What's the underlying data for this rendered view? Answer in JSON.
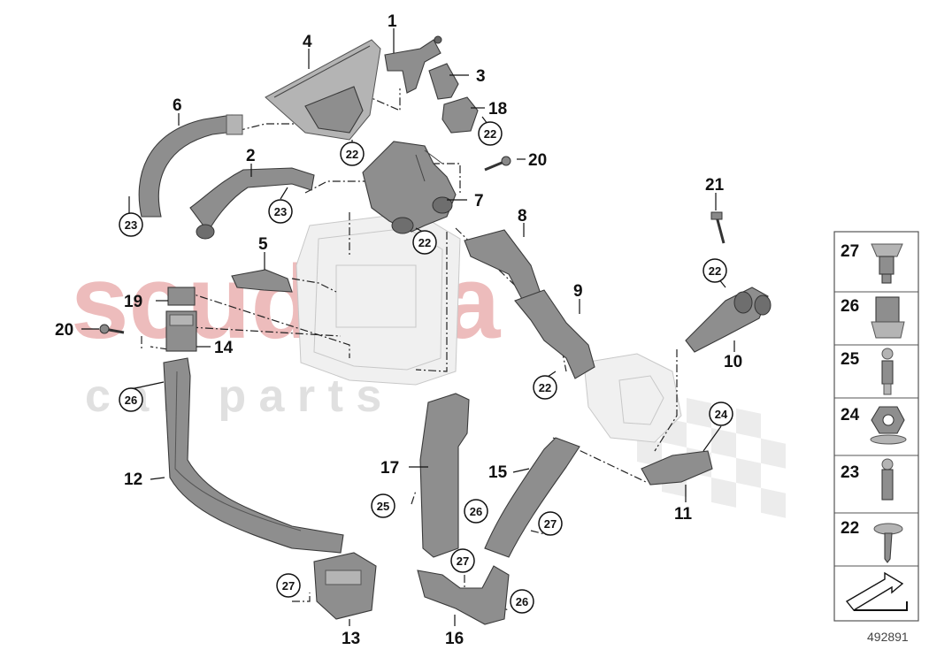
{
  "diagram_id": "492891",
  "watermark": {
    "brand": "scuderia",
    "sub": "c a r   p a r t s",
    "brand_color": "#e8a6a6",
    "sub_color": "#e0e0e0"
  },
  "callouts": [
    "1",
    "2",
    "3",
    "4",
    "5",
    "6",
    "7",
    "8",
    "9",
    "10",
    "11",
    "12",
    "13",
    "14",
    "15",
    "16",
    "17",
    "18",
    "19",
    "20",
    "20",
    "21"
  ],
  "circled_refs": [
    "22",
    "22",
    "22",
    "22",
    "22",
    "22",
    "22",
    "23",
    "23",
    "24",
    "25",
    "26",
    "26",
    "26",
    "27",
    "27",
    "27",
    "27"
  ],
  "side_legend": [
    "27",
    "26",
    "25",
    "24",
    "23",
    "22"
  ],
  "colors": {
    "part": "#8e8e8e",
    "part_light": "#b4b4b4",
    "line": "#222222"
  }
}
